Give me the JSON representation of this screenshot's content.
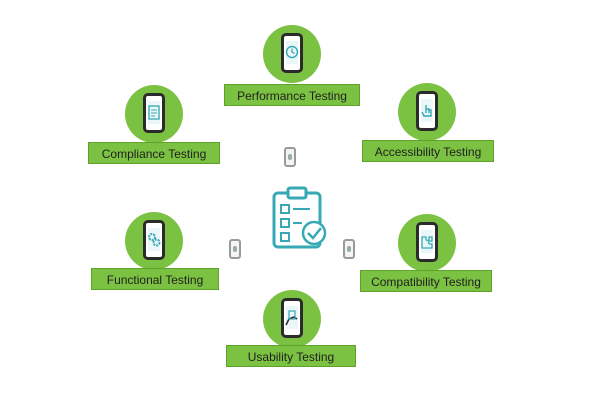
{
  "colors": {
    "accent_green": "#7cc242",
    "clipboard_teal": "#36a9b5"
  },
  "center": {
    "icon": "clipboard-checklist-icon"
  },
  "nodes": [
    {
      "label": "Performance Testing",
      "icon": "clock-icon"
    },
    {
      "label": "Compliance Testing",
      "icon": "document-icon"
    },
    {
      "label": "Accessibility Testing",
      "icon": "touch-hand-icon"
    },
    {
      "label": "Functional Testing",
      "icon": "gears-icon"
    },
    {
      "label": "Compatibility Testing",
      "icon": "puzzle-icon"
    },
    {
      "label": "Usability Testing",
      "icon": "hand-holding-phone-icon"
    }
  ]
}
